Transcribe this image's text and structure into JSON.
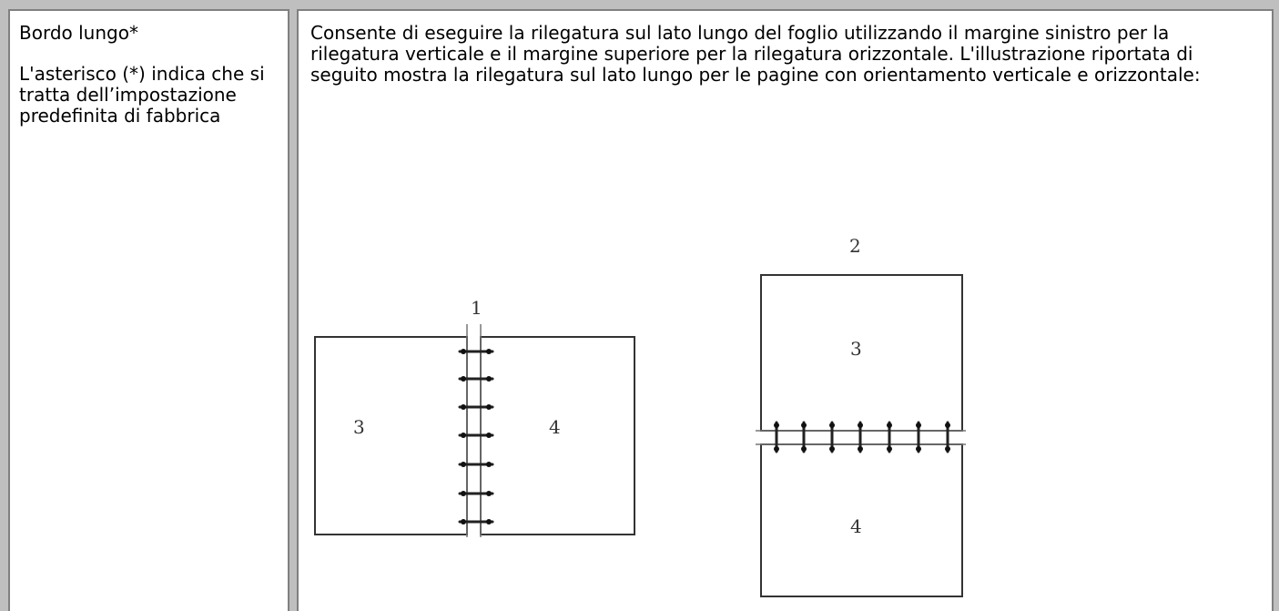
{
  "setting": {
    "title": "Bordo lungo*",
    "note": "L'asterisco (*) indica che si tratta dell’impostazione predefinita di fabbrica"
  },
  "description": "Consente di eseguire la rilegatura sul lato lungo del foglio utilizzando il margine sinistro per la rilegatura verticale e il margine superiore per la rilegatura orizzontale. L'illustrazione riportata di seguito mostra la rilegatura sul lato lungo per le pagine con orientamento verticale e orizzontale:",
  "illustration": {
    "portrait": {
      "callout": "1",
      "left_page": "3",
      "right_page": "4"
    },
    "landscape": {
      "callout": "2",
      "top_page": "3",
      "bottom_page": "4"
    }
  }
}
